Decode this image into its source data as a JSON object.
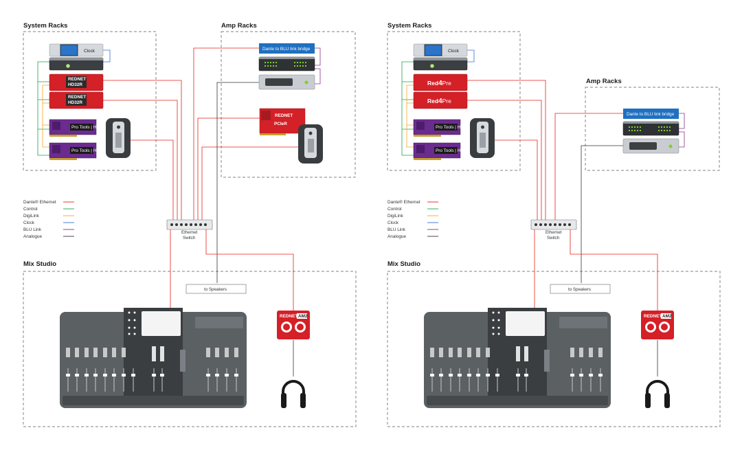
{
  "colors": {
    "dante": "#e2231a",
    "control": "#1aa34a",
    "digilink": "#f5a623",
    "clock": "#2f6fd6",
    "blu_link": "#8e2d91",
    "analogue": "#333333",
    "focusrite_red": "#d42027",
    "bridge_blue": "#1f70c1",
    "protools_purple": "#6b2c8f",
    "console_grey": "#5b6063"
  },
  "left": {
    "system_racks_title": "System Racks",
    "amp_racks_title": "Amp Racks",
    "mix_studio_title": "Mix Studio",
    "clock_label": "Clock",
    "hd32r_1": {
      "brand": "REDNET",
      "model": "HD32R"
    },
    "hd32r_2": {
      "brand": "REDNET",
      "model": "HD32R"
    },
    "hdx_1": "Pro Tools | HDX",
    "hdx_2": "Pro Tools | HDX",
    "bridge_label": "Dante to BLU link bridge",
    "pcie": {
      "brand": "REDNET",
      "model": "PCIeR"
    },
    "switch_label_1": "Ethernet",
    "switch_label_2": "Switch",
    "to_speakers": "to Speakers",
    "am2": {
      "brand": "REDNET",
      "model": "AM2"
    }
  },
  "right": {
    "system_racks_title": "System Racks",
    "amp_racks_title": "Amp Racks",
    "mix_studio_title": "Mix Studio",
    "clock_label": "Clock",
    "red4pre_1": {
      "red": "Red",
      "num": "4",
      "pre": "Pre"
    },
    "red4pre_2": {
      "red": "Red",
      "num": "4",
      "pre": "Pre"
    },
    "hdx_1": "Pro Tools | HDX",
    "hdx_2": "Pro Tools | HDX",
    "bridge_label": "Dante to BLU link bridge",
    "switch_label_1": "Ethernet",
    "switch_label_2": "Switch",
    "to_speakers": "to Speakers",
    "am2": {
      "brand": "REDNET",
      "model": "AM2"
    }
  },
  "legend": [
    {
      "label": "Dante® Ethernet",
      "color": "#e2231a"
    },
    {
      "label": "Control",
      "color": "#1aa34a"
    },
    {
      "label": "DigiLink",
      "color": "#f5a623"
    },
    {
      "label": "Clock",
      "color": "#2f6fd6"
    },
    {
      "label": "BLU Link",
      "color": "#8e2d91"
    },
    {
      "label": "Analogue",
      "color": "#333333"
    }
  ]
}
